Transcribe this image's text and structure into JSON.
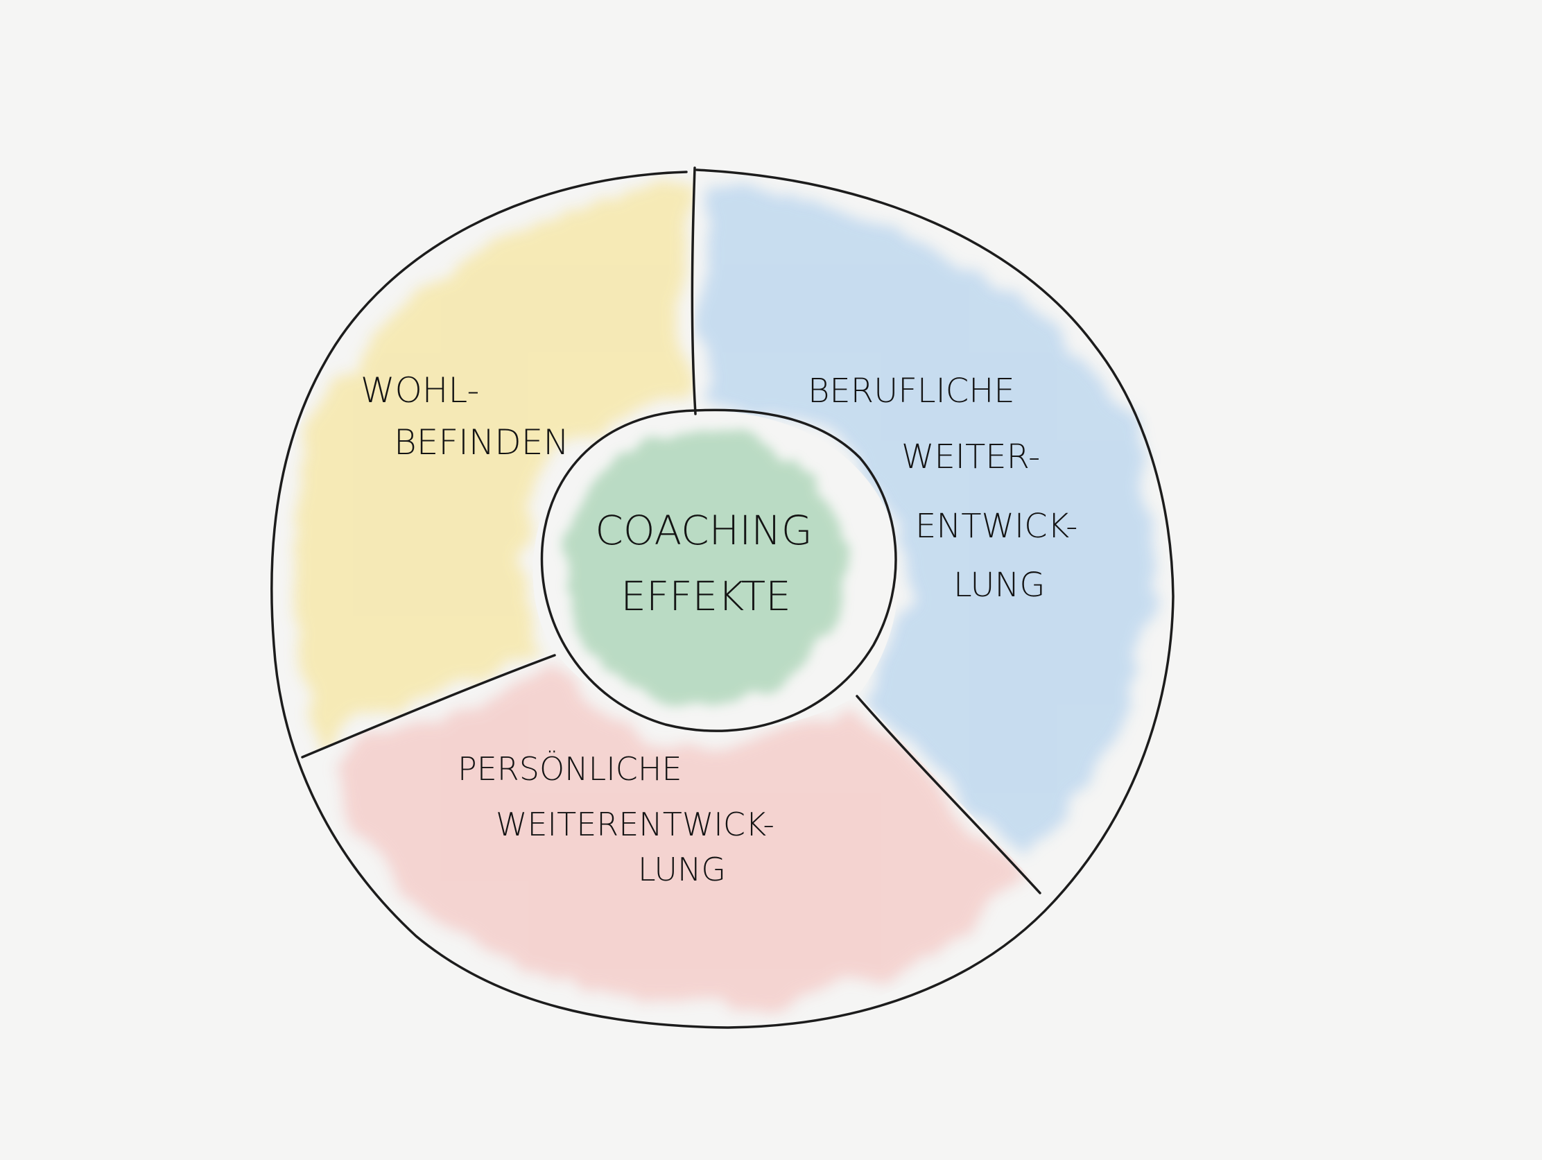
{
  "diagram": {
    "center": {
      "lines": [
        "COACHING",
        "EFFEKTE"
      ],
      "color": "#a7d3b4"
    },
    "segments": [
      {
        "id": "wohlbefinden",
        "lines": [
          "WOHL-",
          "BEFINDEN"
        ],
        "color": "#f6e6a2"
      },
      {
        "id": "berufliche",
        "lines": [
          "BERUFLICHE",
          "WEITER-",
          "ENTWICK-",
          "LUNG"
        ],
        "color": "#b8d4ee"
      },
      {
        "id": "persoenliche",
        "lines": [
          "PERSÖNLICHE",
          "WEITERENTWICK-",
          "LUNG"
        ],
        "color": "#f4c6c2"
      }
    ],
    "line_color": "#1c1c1c",
    "background_color": "#f5f5f4"
  }
}
